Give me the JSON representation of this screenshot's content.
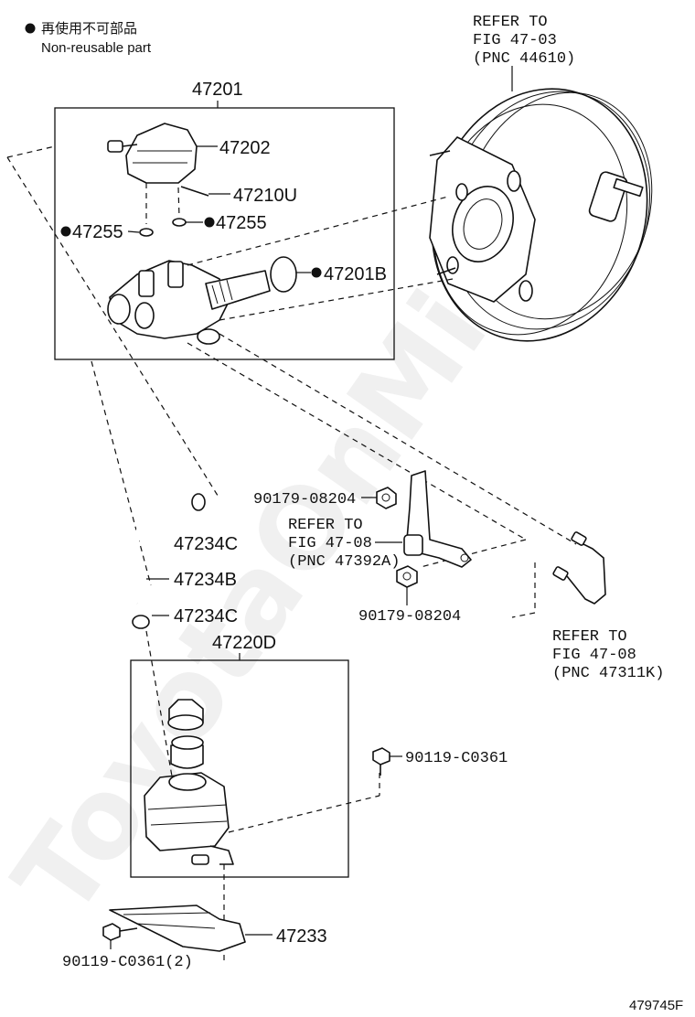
{
  "legend": {
    "icon": "filled-circle-bullet",
    "jp_text": "再使用不可部品",
    "en_text": "Non-reusable part"
  },
  "refer_booster": {
    "line1": "REFER TO",
    "line2": "FIG 47-03",
    "line3": "(PNC 44610)"
  },
  "refer_bracket": {
    "line1": "REFER TO",
    "line2": "FIG 47-08",
    "line3": "(PNC 47392A)"
  },
  "refer_tube": {
    "line1": "REFER TO",
    "line2": "FIG 47-08",
    "line3": "(PNC 47311K)"
  },
  "labels": {
    "p47201": "47201",
    "p47202": "47202",
    "p47210U": "47210U",
    "p47255_left": "47255",
    "p47255_right": "47255",
    "p47201B": "47201B",
    "p90179_top": "90179-08204",
    "p90179_bottom": "90179-08204",
    "p47234C_top": "47234C",
    "p47234B": "47234B",
    "p47234C_bottom": "47234C",
    "p47220D": "47220D",
    "p90119_right": "90119-C0361",
    "p47233": "47233",
    "p90119_left": "90119-C0361(2)"
  },
  "watermark": "ToyotaOnMir.ru",
  "figure_id": "479745F",
  "colors": {
    "ink": "#111111",
    "background": "#ffffff"
  }
}
